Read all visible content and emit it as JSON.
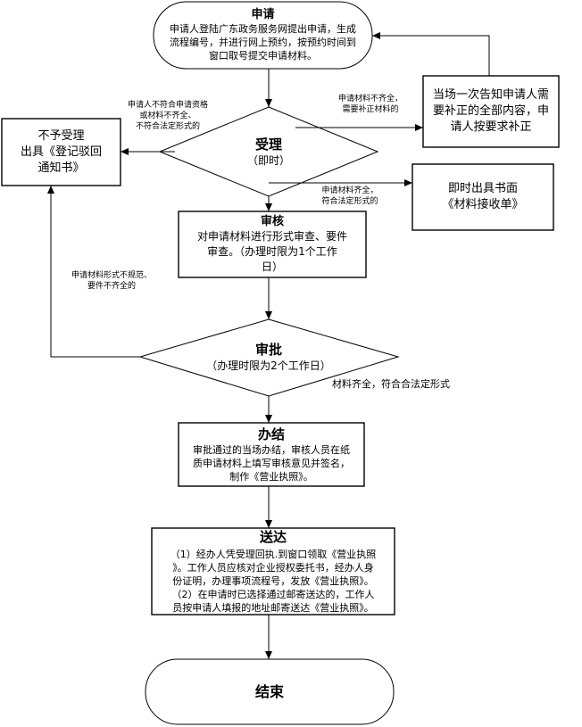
{
  "nodes": {
    "apply": {
      "title": "申请",
      "lines": [
        "申请人登陆广东政务服务网提出申请，生成",
        "流程编号，并进行网上预约，按预约时间到",
        "窗口取号提交申请材料。"
      ]
    },
    "reject": {
      "lines": [
        "不予受理",
        "出具《登记驳回",
        "通知书》"
      ]
    },
    "accept": {
      "title": "受理",
      "sub": "（即时）"
    },
    "inform": {
      "lines": [
        "当场一次告知申请人需",
        "要补正的全部内容，申",
        "请人按要求补正"
      ]
    },
    "receipt": {
      "lines": [
        "即时出具书面",
        "《材料接收单》"
      ]
    },
    "review": {
      "title": "审核",
      "lines": [
        "对申请材料进行形式审查、要件",
        "审查。（办理时限为1个工作",
        "日）"
      ]
    },
    "approve": {
      "title": "审批",
      "sub": "（办理时限为2个工作日）"
    },
    "conclude": {
      "title": "办结",
      "lines": [
        "审批通过的当场办结，审核人员在纸",
        "质申请材料上填写审核意见并签名，",
        "制作《营业执照》。"
      ]
    },
    "deliver": {
      "title": "送达",
      "lines": [
        "（1）经办人凭受理回执.到窗口领取《营业执照",
        "》。工作人员应核对企业授权委托书，经办人身",
        "份证明，办理事项流程号，发放《营业执照》。",
        "（2）在申请时已选择通过邮寄送达的，工作人",
        "员按申请人填报的地址邮寄送达《营业执照》。"
      ]
    },
    "end": {
      "title": "结束"
    }
  },
  "edge_labels": {
    "not_qualified": [
      "申请人不符合申请资格",
      "或材料不齐全、",
      "不符合法定形式的"
    ],
    "incomplete": [
      "申请材料不齐全，",
      "需要补正材料的"
    ],
    "complete": [
      "申请材料齐全，",
      "符合法定形式的"
    ],
    "irregular": [
      "申请材料形式不规范、",
      "要件不齐全的"
    ],
    "compliant": "材料齐全，符合合法定形式"
  }
}
